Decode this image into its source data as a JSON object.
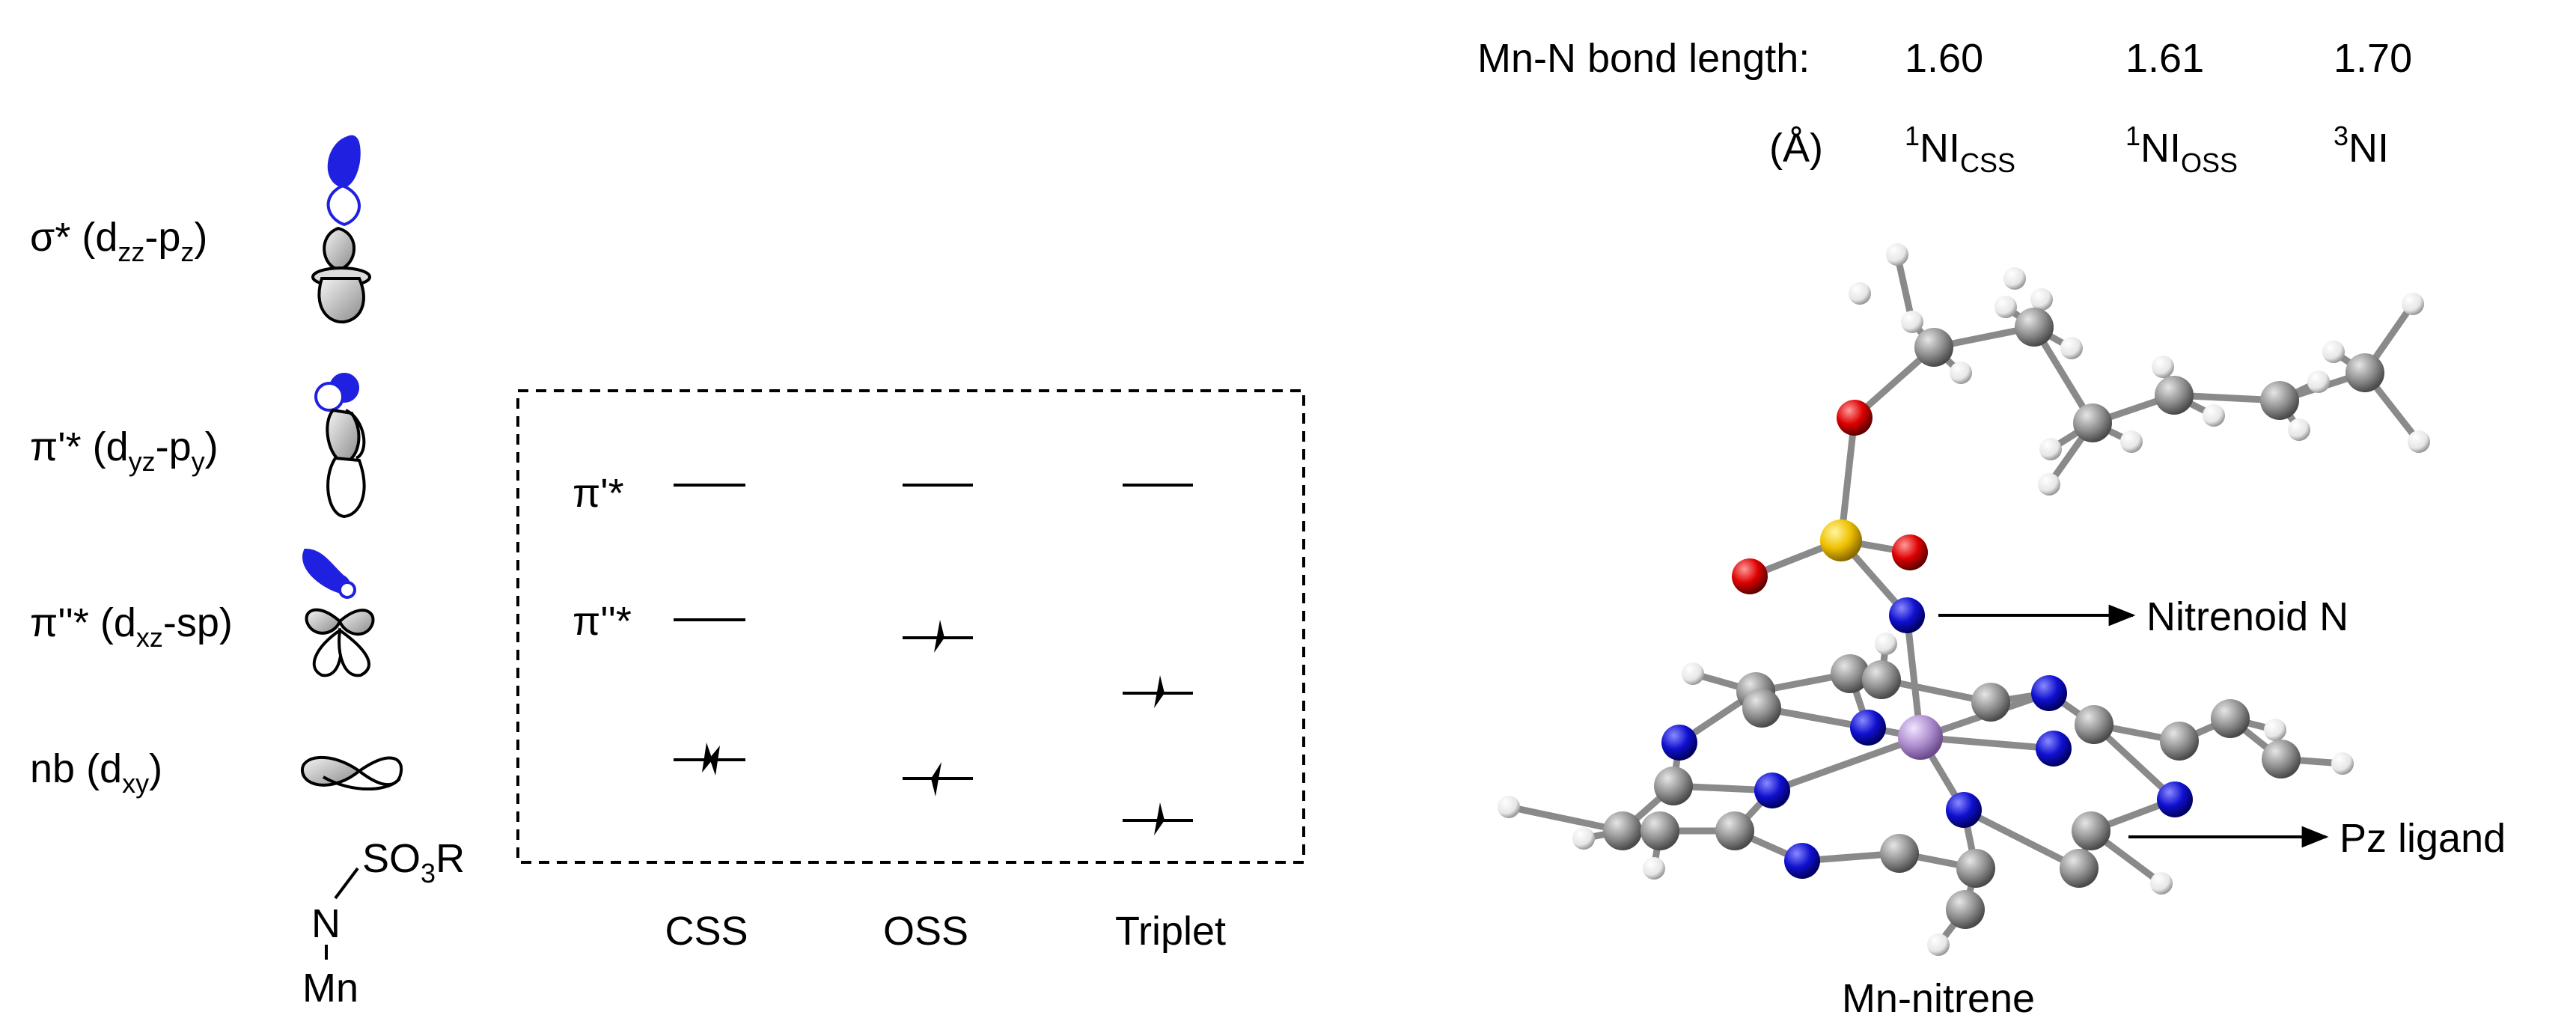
{
  "orbitals": [
    {
      "name": "σ* (d",
      "sub": "zz",
      "mid": "-p",
      "sub2": "z",
      "end": ")"
    },
    {
      "name": "π'* (d",
      "sub": "yz",
      "mid": "-p",
      "sub2": "y",
      "end": ")"
    },
    {
      "name": "π''* (d",
      "sub": "xz",
      "mid": "-sp)",
      "sub2": "",
      "end": ""
    },
    {
      "name": "nb (d",
      "sub": "xy",
      "mid": ")",
      "sub2": "",
      "end": ""
    }
  ],
  "fragment": {
    "so3r": "SO",
    "three": "3",
    "r": "R",
    "n": "N",
    "mn": "Mn"
  },
  "levels": {
    "pi1": "π'*",
    "pi2": "π''*"
  },
  "states": [
    "CSS",
    "OSS",
    "Triplet"
  ],
  "bond": {
    "label": "Mn-N bond length:",
    "values": [
      "1.60",
      "1.61",
      "1.70"
    ],
    "unit": "(Å)",
    "species": [
      {
        "sup": "1",
        "main": "NI",
        "sub": "CSS"
      },
      {
        "sup": "1",
        "main": "NI",
        "sub": "OSS"
      },
      {
        "sup": "3",
        "main": "NI",
        "sub": ""
      }
    ]
  },
  "annotations": {
    "nitrenoid": "Nitrenoid N",
    "pz": "Pz ligand",
    "caption": "Mn-nitrene"
  },
  "colors": {
    "N": "#1010d0",
    "O": "#dd0000",
    "S": "#f0c000",
    "Mn": "#b090d0",
    "C": "#8a8a8a",
    "H": "#f2f2f2",
    "lobe_blue": "#2020e0",
    "lobe_grey": "#a0a0a0"
  }
}
